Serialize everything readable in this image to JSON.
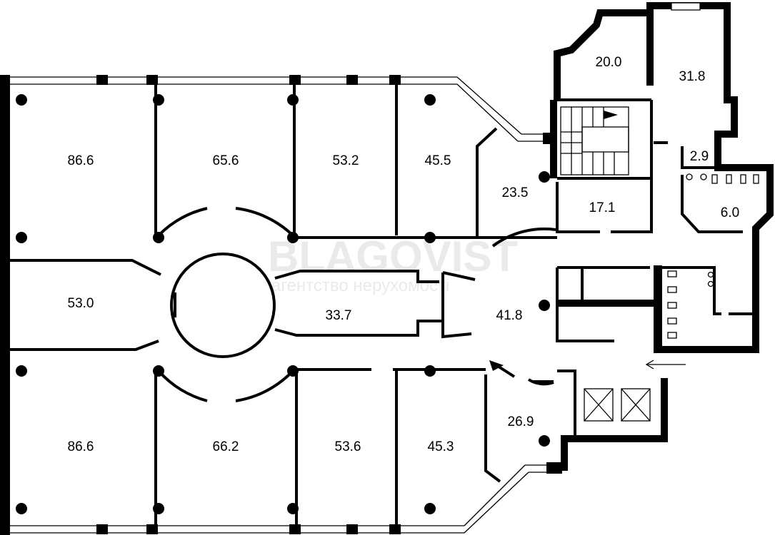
{
  "plan": {
    "rooms": {
      "r1": "86.6",
      "r2": "65.6",
      "r3": "53.2",
      "r4": "45.5",
      "r5": "53.0",
      "r6": "33.7",
      "r7": "41.8",
      "r8": "86.6",
      "r9": "66.2",
      "r10": "53.6",
      "r11": "45.3",
      "r12": "23.5",
      "r13": "17.1",
      "r14": "20.0",
      "r15": "31.8",
      "r16": "2.9",
      "r17": "6.0",
      "r18": "26.9"
    },
    "watermark": {
      "brand": "BLAGOVIST",
      "tagline": "агентство нерухомості"
    }
  }
}
